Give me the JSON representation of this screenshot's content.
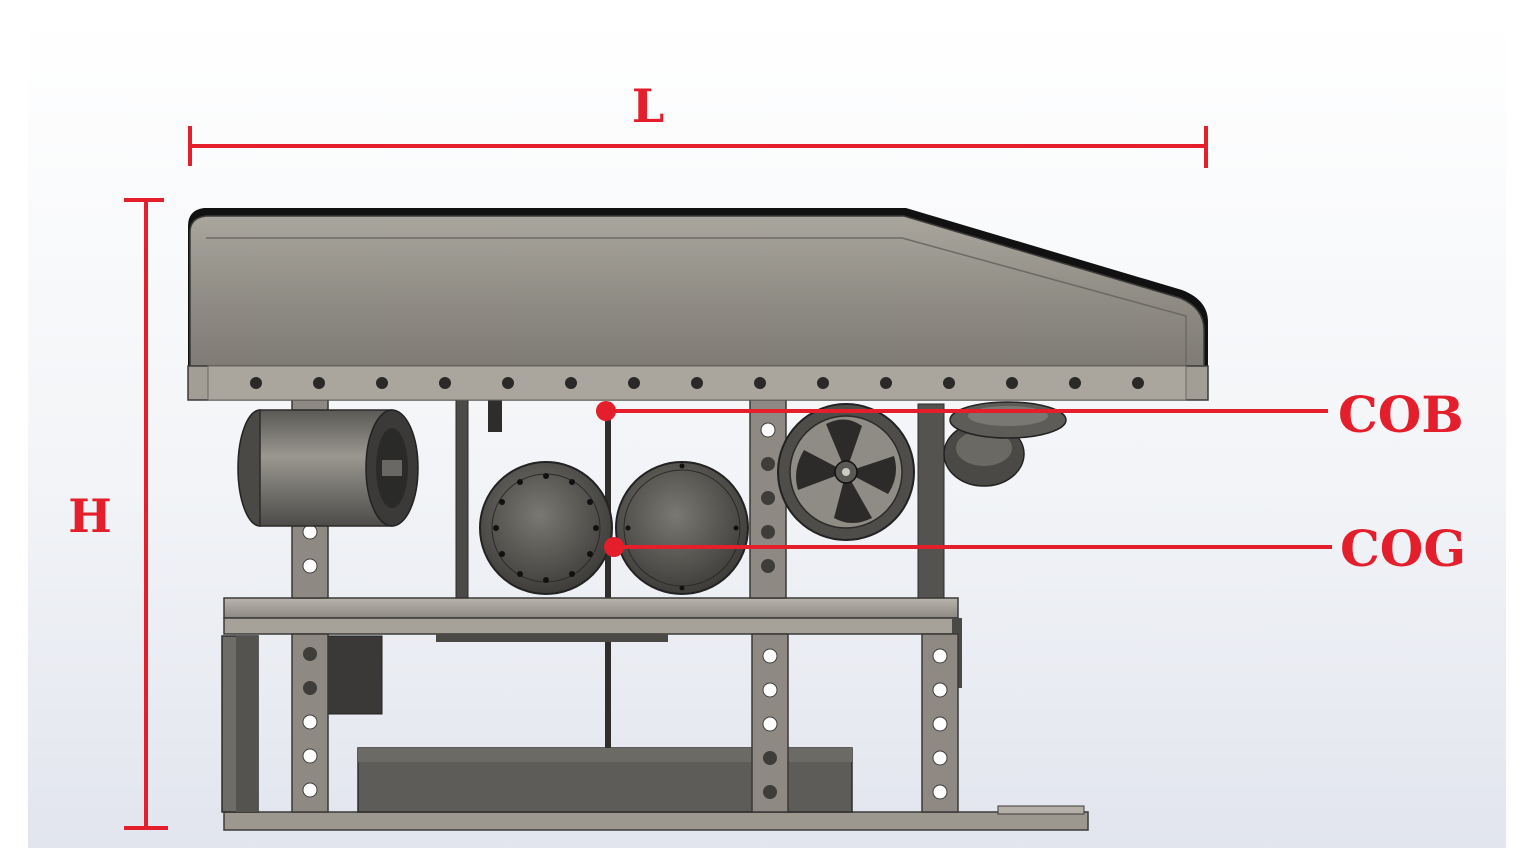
{
  "labels": {
    "length": "L",
    "height": "H",
    "center_of_buoyancy": "COB",
    "center_of_gravity": "COG"
  },
  "colors": {
    "annotation": "#e41e2b",
    "frame": "#8c8880",
    "hull": "#8f8c85",
    "dark_part": "#3d3d3b",
    "background_top": "#ffffff",
    "background_bottom": "#e4e7ef"
  }
}
